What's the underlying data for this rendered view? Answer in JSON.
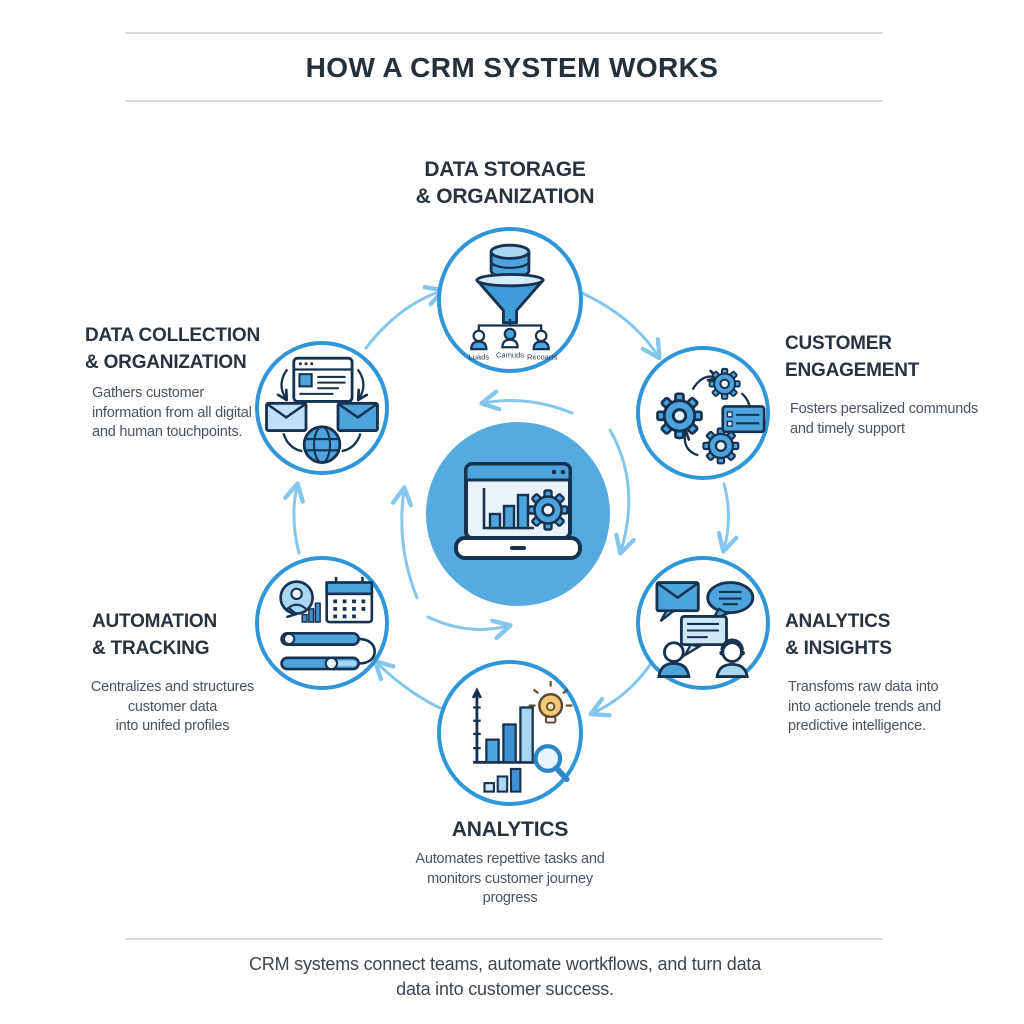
{
  "header": {
    "title": "HOW A CRM SYSTEM WORKS"
  },
  "nodes": {
    "data_storage": {
      "heading": [
        "DATA STORAGE",
        "& ORGANIZATION"
      ],
      "funnel_labels": [
        "Luads",
        "Camuds",
        "Recoarts"
      ]
    },
    "data_collection": {
      "heading": [
        "DATA COLLECTION",
        "& ORGANIZATION"
      ],
      "desc": [
        "Gathers customer",
        "information from all digital",
        "and human touchpoints."
      ]
    },
    "customer_engagement": {
      "heading": [
        "CUSTOMER",
        "ENGAGEMENT"
      ],
      "desc": [
        "Fosters persalized communds",
        "and timely support"
      ]
    },
    "automation_tracking": {
      "heading": [
        "AUTOMATION",
        "& TRACKING"
      ],
      "desc": [
        "Centralizes and structures",
        "customer data",
        "into unifed profiles"
      ]
    },
    "analytics_insights": {
      "heading": [
        "ANALYTICS",
        "& INSIGHTS"
      ],
      "desc": [
        "Transfoms raw data into",
        "into actionele trends and",
        "predictive intelligence."
      ]
    },
    "analytics_bottom": {
      "heading": [
        "ANALYTICS"
      ],
      "desc": [
        "Automates repettive tasks and",
        "monitors customer journey",
        "progress"
      ]
    }
  },
  "footer": {
    "lines": [
      "CRM systems connect teams, automate wortkflows, and turn data",
      "data into customer success."
    ]
  },
  "colors": {
    "ring_blue": "#2f96d8",
    "center_fill": "#55abdf",
    "arrow_blue": "#85c6ec",
    "icon_fill": "#4da3dc",
    "icon_light": "#a9d6f2",
    "outline_navy": "#16324f",
    "heading_dark": "#2a333d",
    "body_gray": "#4a545e",
    "bulb_yellow": "#f6c87a"
  }
}
